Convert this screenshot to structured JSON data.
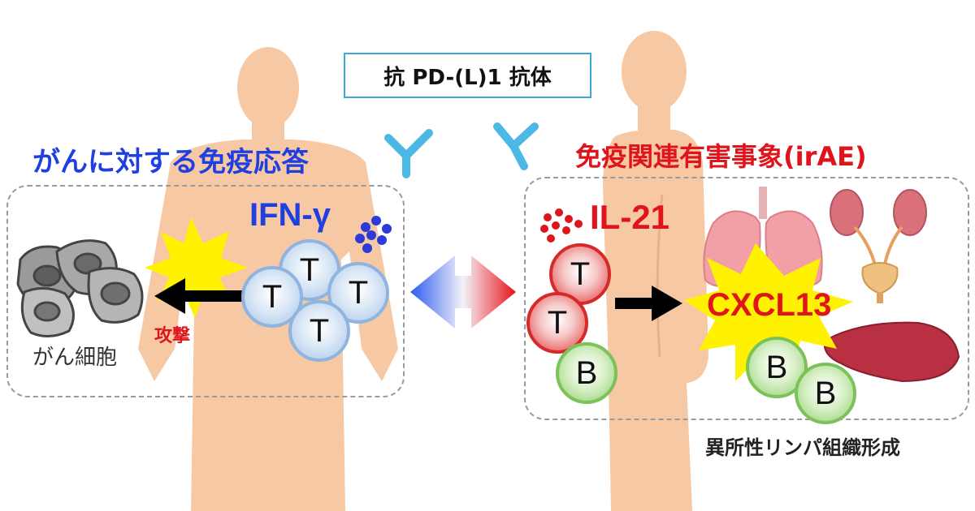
{
  "title": "抗 PD-(L)1 抗体",
  "left": {
    "heading": "がんに対する免疫応答",
    "cytokine": "IFN-γ",
    "attack_label": "攻撃",
    "cancer_cell_label": "がん細胞",
    "t_cells": [
      "T",
      "T",
      "T",
      "T"
    ]
  },
  "right": {
    "heading": "免疫関連有害事象(irAE)",
    "cytokine": "IL-21",
    "chemokine": "CXCL13",
    "t_cells": [
      "T",
      "T"
    ],
    "b_cells": [
      "B",
      "B",
      "B"
    ],
    "footer": "異所性リンパ組織形成"
  },
  "colors": {
    "left_heading": "#1f3fe0",
    "right_heading": "#e0141b",
    "box_border": "#3aa9d6",
    "antibody": "#4bb8e6",
    "skin": "#f6c9a4",
    "explosion": "#fff200"
  }
}
